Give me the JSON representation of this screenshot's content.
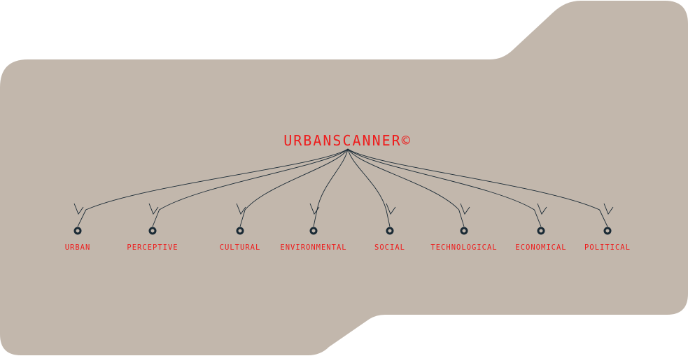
{
  "diagram": {
    "root": "URBANSCANNER©",
    "children": [
      "URBAN",
      "PERCEPTIVE",
      "CULTURAL",
      "ENVIRONMENTAL",
      "SOCIAL",
      "TECHNOLOGICAL",
      "ECONOMICAL",
      "POLITICAL"
    ],
    "colors": {
      "background": "#c2b7ac",
      "text": "#ee1c1c",
      "lines": "#1a2a35"
    }
  }
}
